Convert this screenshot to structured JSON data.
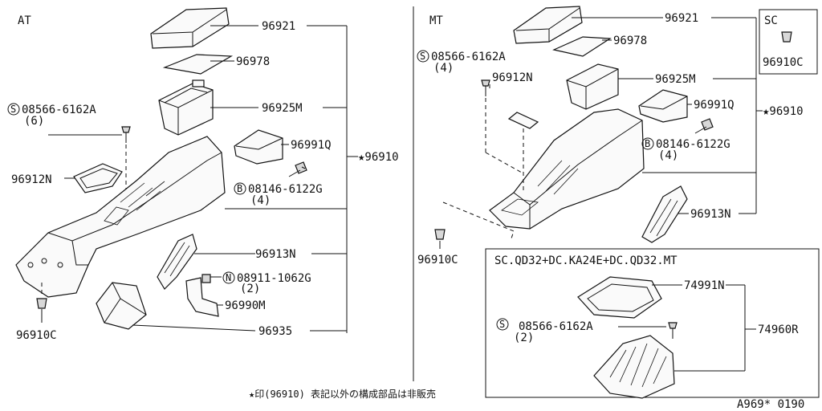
{
  "sections": {
    "at": "AT",
    "mt": "MT",
    "sc": "SC",
    "box_title": "SC.QD32+DC.KA24E+DC.QD32.MT"
  },
  "at_labels": {
    "p96921": "96921",
    "p96978": "96978",
    "p96925m": "96925M",
    "p96991q": "96991Q",
    "assy": "★96910",
    "p08146": "08146-6122G",
    "p08146_qty": "(4)",
    "p96913n": "96913N",
    "p08911": "08911-1062G",
    "p08911_qty": "(2)",
    "p96990m": "96990M",
    "p96935": "96935",
    "p08566": "08566-6162A",
    "p08566_qty": "(6)",
    "p96912n": "96912N",
    "p96910c": "96910C"
  },
  "mt_labels": {
    "p96921": "96921",
    "p96978": "96978",
    "p08566": "08566-6162A",
    "p08566_qty": "(4)",
    "p96912n": "96912N",
    "p96925m": "96925M",
    "p96991q": "96991Q",
    "assy": "★96910",
    "p08146": "08146-6122G",
    "p08146_qty": "(4)",
    "p96913n": "96913N",
    "p96910c": "96910C",
    "sc_part": "96910C"
  },
  "box_labels": {
    "p74991n": "74991N",
    "p08566": "08566-6162A",
    "p08566_qty": "(2)",
    "p74960r": "74960R"
  },
  "marks": {
    "screw": "S",
    "bolt": "B",
    "nut": "N"
  },
  "footer": {
    "note": "★印(96910) 表記以外の構成部品は非販売",
    "code": "A969* 0190"
  }
}
